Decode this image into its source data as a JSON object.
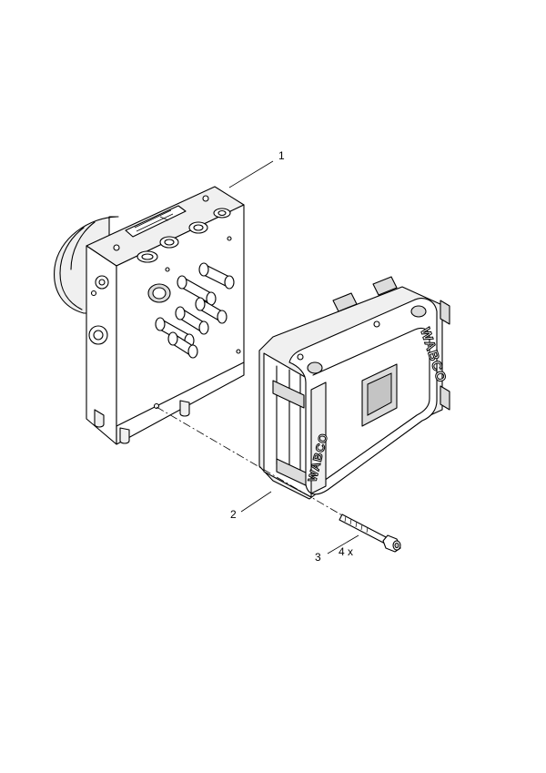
{
  "callouts": {
    "part1": "1",
    "part2": "2",
    "part3": "3",
    "quantity3": "4 x"
  },
  "branding": {
    "lid_text": "WABCO",
    "side_text": "WABCO"
  }
}
